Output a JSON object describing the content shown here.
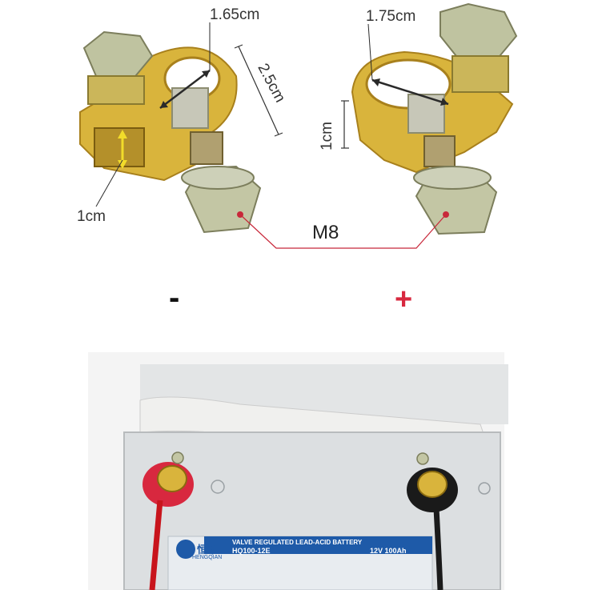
{
  "labels": {
    "neg_hole": "1.65cm",
    "neg_length": "2.5cm",
    "neg_slot": "1cm",
    "pos_hole": "1.75cm",
    "pos_height": "1cm",
    "bolt": "M8",
    "minus": "-",
    "plus": "+"
  },
  "battery": {
    "brand_cn": "恒千",
    "brand_en": "HENGQIAN",
    "type_text": "VALVE REGULATED LEAD-ACID BATTERY",
    "model": "HQ100-12E",
    "rating": "12V 100Ah"
  },
  "colors": {
    "brass": "#d9b43c",
    "brass_dark": "#a8801c",
    "steel": "#bfc3a0",
    "arrow": "#2a2a2a",
    "arrow_yellow": "#f2dc2a",
    "leader": "#c8283a",
    "plus": "#d8283f",
    "minus": "#111111",
    "battery_case": "#dcdfe1",
    "red_cable": "#c8141c",
    "black_cable": "#1a1a1a",
    "label_blue": "#1e5aa8"
  }
}
